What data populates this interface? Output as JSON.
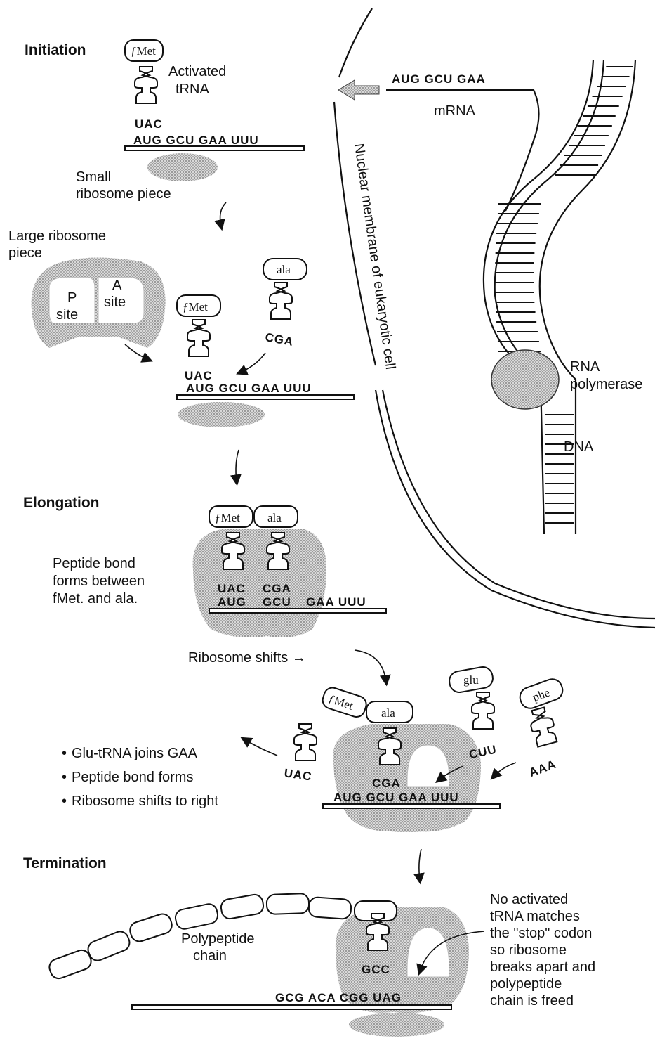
{
  "headings": {
    "initiation": "Initiation",
    "elongation": "Elongation",
    "termination": "Termination"
  },
  "initiation": {
    "activated_trna": [
      "Activated",
      "tRNA"
    ],
    "fmet": "ƒMet",
    "anticodon": "UAC",
    "mrna_seq": "AUG GCU GAA UUU",
    "small_ribosome": [
      "Small",
      "ribosome piece"
    ],
    "large_ribosome": [
      "Large ribosome",
      "piece"
    ],
    "p_site": [
      "P",
      "site"
    ],
    "a_site": [
      "A",
      "site"
    ],
    "ala": "ala",
    "ala_anticodon": "CGA"
  },
  "nucleus": {
    "mrna_label": "mRNA",
    "mrna_seq": "AUG GCU GAA",
    "membrane_label": "Nuclear membrane of eukaryotic cell",
    "rna_polymerase": [
      "RNA",
      "polymerase"
    ],
    "dna": "DNA"
  },
  "elongation": {
    "peptide_note": [
      "Peptide bond",
      "forms between",
      "fMet. and ala."
    ],
    "anticodon_pair": [
      "UAC",
      "CGA"
    ],
    "codons": [
      "AUG",
      "GCU",
      "GAA UUU"
    ],
    "shift_label": "Ribosome shifts →",
    "bullets": [
      "Glu-tRNA joins GAA",
      "Peptide bond forms",
      "Ribosome shifts to right"
    ],
    "glu": "glu",
    "phe": "phe",
    "glu_anticodon": "CUU",
    "phe_anticodon": "AAA",
    "released_anticodon": "UAC",
    "step2_seq": "AUG GCU GAA UUU",
    "step2_anticodon": "CGA"
  },
  "termination": {
    "polypeptide": [
      "Polypeptide",
      "chain"
    ],
    "anticodon": "GCC",
    "mrna_seq": "GCG ACA CGG UAG",
    "note": [
      "No activated",
      "tRNA matches",
      "the \"stop\" codon",
      "so ribosome",
      "breaks apart and",
      "polypeptide",
      "chain is freed"
    ]
  }
}
